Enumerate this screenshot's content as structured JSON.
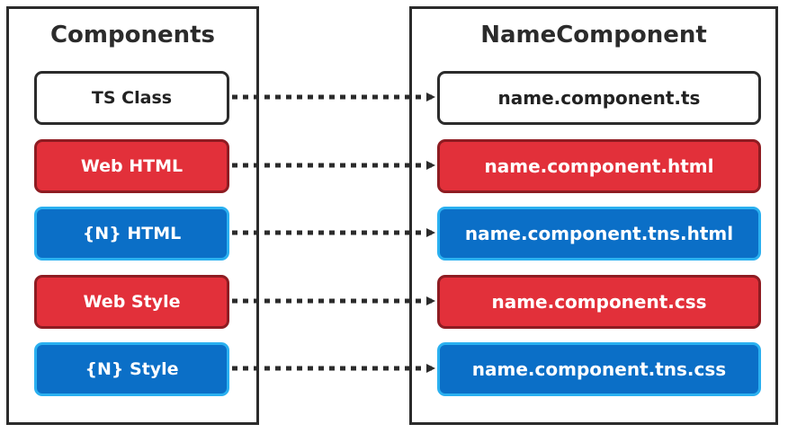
{
  "left_panel": {
    "title": "Components"
  },
  "right_panel": {
    "title": "NameComponent"
  },
  "rows": [
    {
      "left_label": "TS Class",
      "right_label": "name.component.ts",
      "style": "white"
    },
    {
      "left_label": "Web HTML",
      "right_label": "name.component.html",
      "style": "red"
    },
    {
      "left_label": "{N} HTML",
      "right_label": "name.component.tns.html",
      "style": "blue"
    },
    {
      "left_label": "Web Style",
      "right_label": "name.component.css",
      "style": "red"
    },
    {
      "left_label": "{N} Style",
      "right_label": "name.component.tns.css",
      "style": "blue"
    }
  ],
  "colors": {
    "red_fill": "#e2303a",
    "red_border": "#8e1c22",
    "blue_fill": "#0b6fc7",
    "blue_border": "#2ab0f0",
    "outline": "#2b2b2b"
  }
}
